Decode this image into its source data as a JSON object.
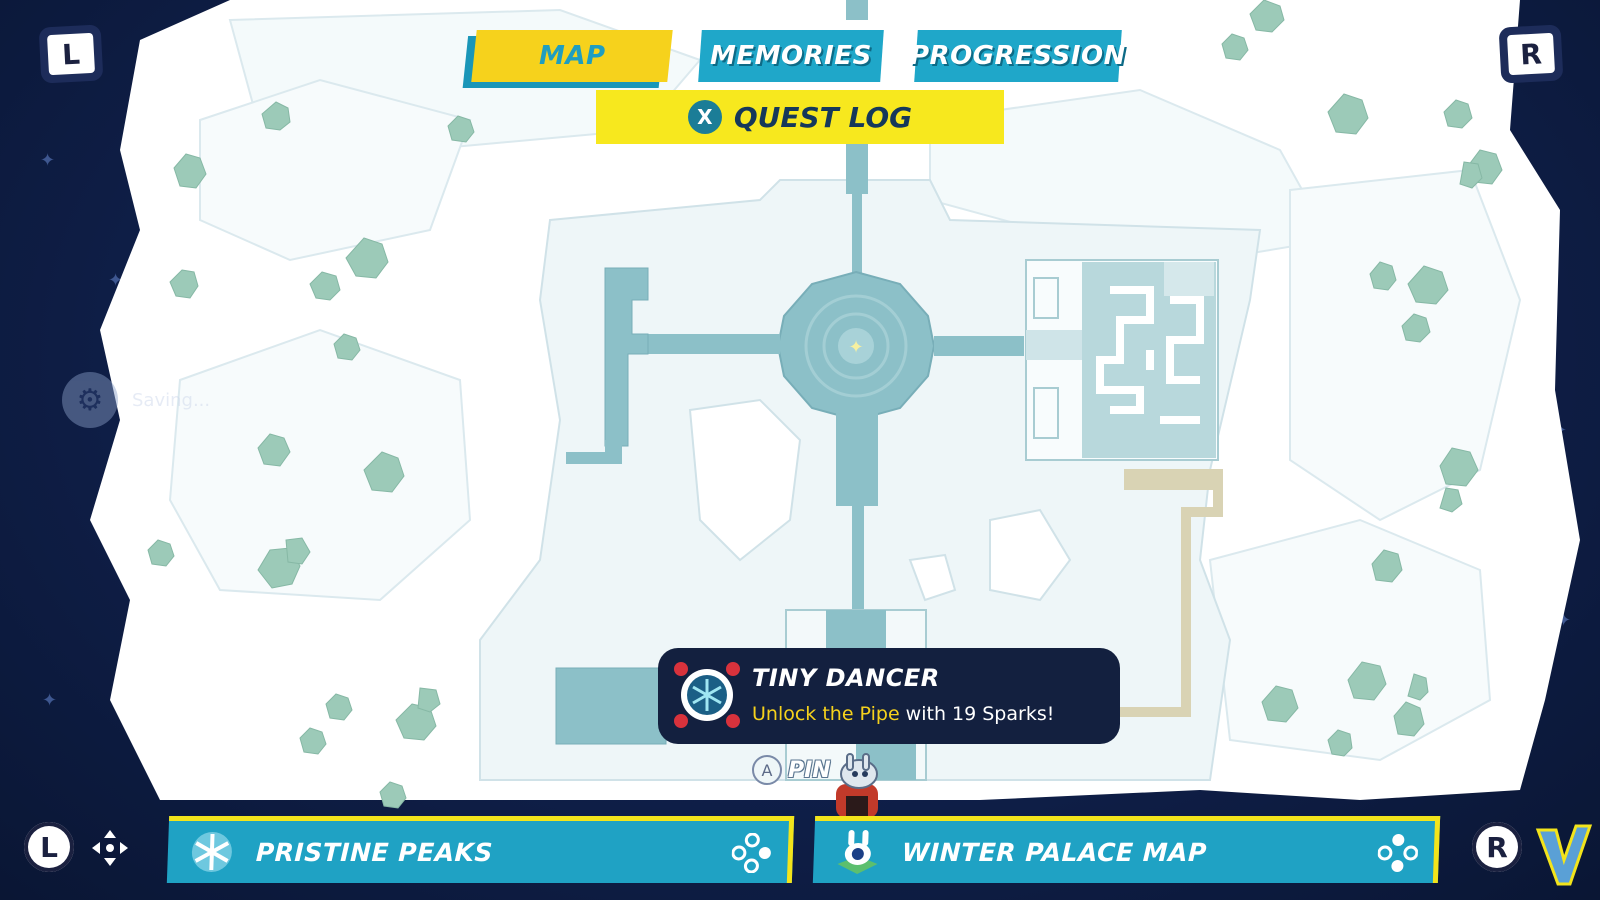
{
  "tabs": [
    {
      "label": "MAP",
      "active": true
    },
    {
      "label": "MEMORIES",
      "active": false
    },
    {
      "label": "PROGRESSION",
      "active": false
    }
  ],
  "quest_log": {
    "button": "X",
    "label": "QUEST LOG"
  },
  "shoulder": {
    "left": "L",
    "right": "R"
  },
  "saving": {
    "text": "Saving..."
  },
  "popup": {
    "title": "TINY DANCER",
    "highlight": "Unlock the Pipe",
    "rest": " with 19 Sparks!",
    "icon": "snowflake-icon"
  },
  "pin": {
    "button": "A",
    "label": "PIN"
  },
  "bottom": {
    "left_stick": "L",
    "right_stick": "R",
    "region_label": "PRISTINE PEAKS",
    "region_icon": "snowflake-icon",
    "map_label": "WINTER PALACE MAP",
    "map_icon": "bot-icon"
  },
  "colors": {
    "accent_yellow": "#f6d21c",
    "tab_blue": "#1fa7c9",
    "map_structure": "#8cc0c8",
    "snow": "#ffffff",
    "space": "#0f1e44"
  }
}
